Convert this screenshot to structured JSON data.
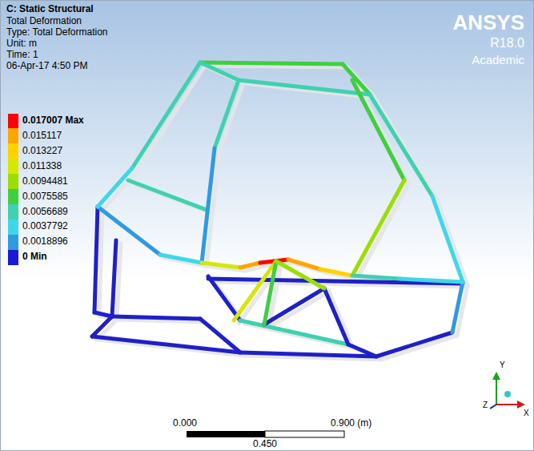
{
  "diagram": {
    "title": "C: Static Structural",
    "labels": [
      "Total Deformation",
      "Type: Total Deformation",
      "Unit: m",
      "Time: 1",
      "06-Apr-17 4:50 PM",
      "ANSYS",
      "R18.0",
      "Academic",
      "0.000",
      "0.900 (m)",
      "0.450",
      "Y",
      "Z",
      "X"
    ],
    "legend": [
      {
        "text": "0.017007 Max",
        "color": "#ff0000"
      },
      {
        "text": "0.015117",
        "color": "#ffa500"
      },
      {
        "text": "0.013227",
        "color": "#ffd200"
      },
      {
        "text": "0.011338",
        "color": "#d4e800"
      },
      {
        "text": "0.0094481",
        "color": "#9adf00"
      },
      {
        "text": "0.0075585",
        "color": "#3fcf3f"
      },
      {
        "text": "0.0056689",
        "color": "#3fd1b0"
      },
      {
        "text": "0.0037792",
        "color": "#3fd7e8"
      },
      {
        "text": "0.0018896",
        "color": "#2f9ae0"
      },
      {
        "text": "0 Min",
        "color": "#1a1ad6"
      }
    ]
  }
}
